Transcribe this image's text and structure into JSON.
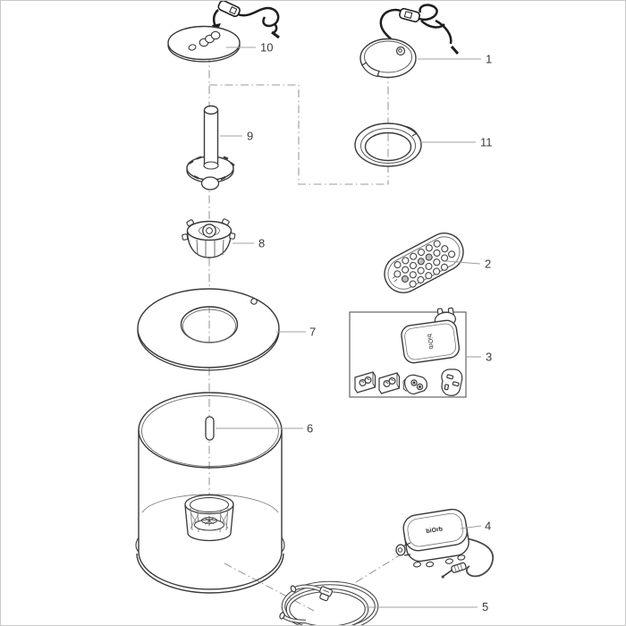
{
  "diagram": {
    "kind": "exploded-parts-diagram",
    "colors": {
      "background": "#ffffff",
      "frame_border": "#c9c9c9",
      "part_outline": "#3a3a3a",
      "secondary_outline": "#6e6e6e",
      "centerline": "#9b9b9b",
      "leader_line": "#a0a0a0",
      "label_text": "#3a3a3a",
      "cable": "#1e1e1e"
    }
  },
  "part_labels": {
    "1": "1",
    "2": "2",
    "3": "3",
    "4": "4",
    "5": "5",
    "6": "6",
    "7": "7",
    "8": "8",
    "9": "9",
    "10": "10",
    "11": "11"
  },
  "brand_marks": {
    "power_adapter": "biOrb",
    "air_pump": "biOrb"
  }
}
